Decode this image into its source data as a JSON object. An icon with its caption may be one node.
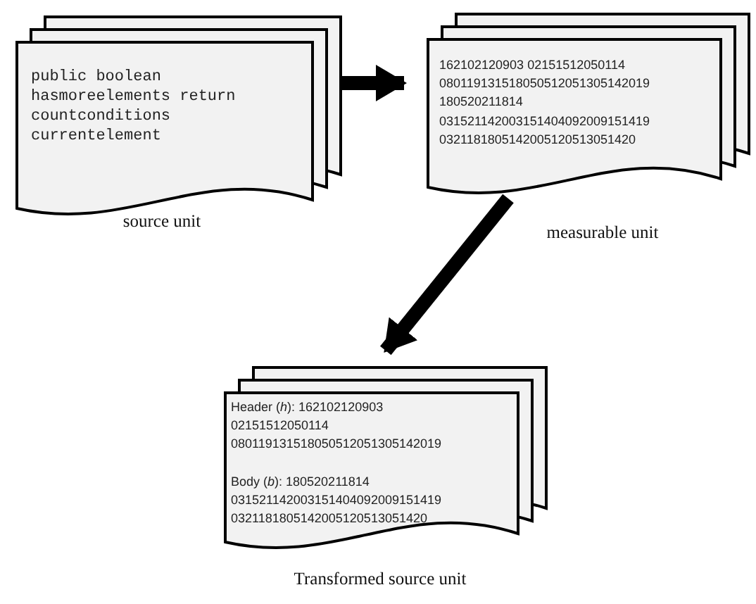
{
  "diagram": {
    "nodes": [
      {
        "text": [
          "public boolean hasmoreelements return countconditions currentelement"
        ],
        "beside": [
          "source unit"
        ]
      },
      {
        "text": [
          "162102120903 02151512050114 080119131518050512051305142019 180520211814 031521142003151404092009151419 0321181805142005120513051420"
        ],
        "beside": [
          "measurable unit"
        ]
      },
      {
        "text": [
          "Header (*h*): 162102120903 02151512050114 080119131518050512051305142019",
          "Body (*b*): 180520211814 031521142003151404092009151419 0321181805142005120513051420"
        ],
        "beside": [
          "Transformed source unit"
        ]
      }
    ],
    "edges": [
      {
        "from": 0,
        "to": 1,
        "arrow": "to"
      },
      {
        "from": 1,
        "to": 2,
        "arrow": "to"
      }
    ]
  }
}
